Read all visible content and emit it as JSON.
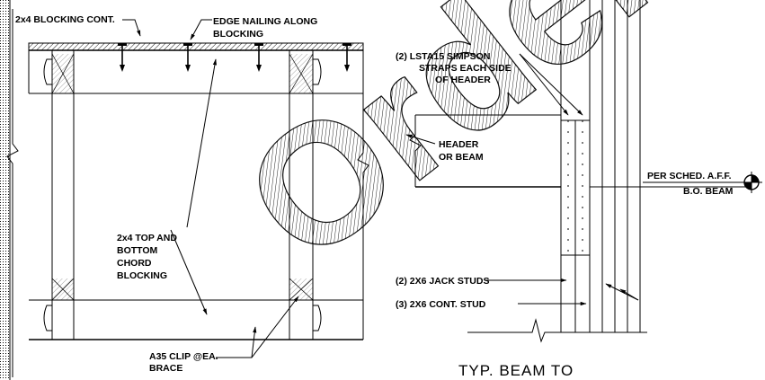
{
  "labels": {
    "blocking_cont": "2x4 BLOCKING CONT.",
    "edge_nailing_1": "EDGE NAILING ALONG",
    "edge_nailing_2": "BLOCKING",
    "lsta_1": "(2) LSTA15 SIMPSON",
    "lsta_2": "STRAPS EACH SIDE",
    "lsta_3": "OF HEADER",
    "header_1": "HEADER",
    "header_2": "OR BEAM",
    "per_sched": "PER SCHED. A.F.F.",
    "bo_beam": "B.O. BEAM",
    "top_bottom_1": "2x4 TOP AND",
    "top_bottom_2": "BOTTOM",
    "top_bottom_3": "CHORD",
    "top_bottom_4": "BLOCKING",
    "jack_studs": "(2) 2X6 JACK STUDS",
    "cont_stud": "(3) 2X6 CONT. STUD",
    "clip_1": "A35 CLIP @EA.",
    "clip_2": "BRACE",
    "title": "TYP. BEAM TO"
  },
  "watermark": {
    "text": "Order"
  },
  "colors": {
    "line": "#000000",
    "background": "#ffffff",
    "watermark_hatch": "#000000"
  },
  "icons": {
    "elevation_marker": "elevation-target-icon"
  }
}
